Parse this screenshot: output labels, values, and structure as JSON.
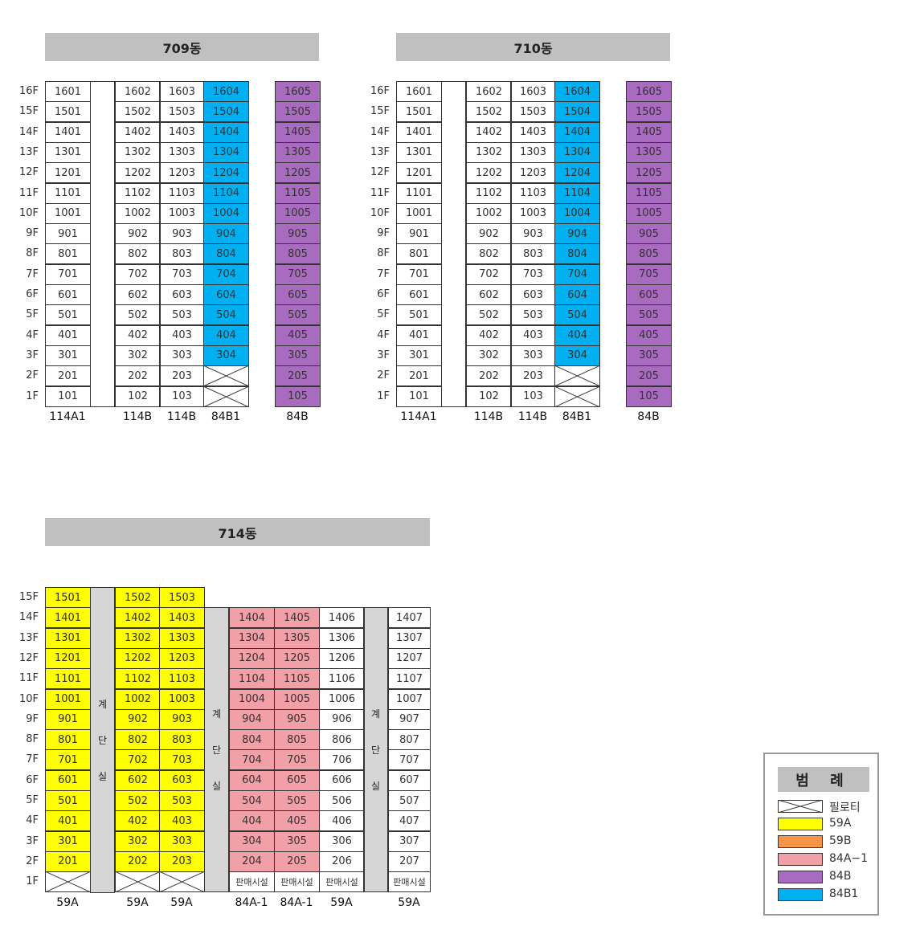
{
  "colors": {
    "59A": "#ffff00",
    "59B": "#f79646",
    "84A-1": "#f2a0a8",
    "84B": "#a86bc0",
    "84B1": "#00b0f0",
    "header": "#c0c0c0",
    "stair": "#d6d6d6"
  },
  "buildings": [
    {
      "title": "709동",
      "floors": [
        "16F",
        "15F",
        "14F",
        "13F",
        "12F",
        "11F",
        "10F",
        "9F",
        "8F",
        "7F",
        "6F",
        "5F",
        "4F",
        "3F",
        "2F",
        "1F"
      ],
      "types": [
        "114A1",
        "114B",
        "114B",
        "84B1",
        "84B"
      ],
      "type_keys": [
        "none",
        "none",
        "none",
        "84B1",
        "84B"
      ],
      "lines": [
        "01",
        "02",
        "03",
        "04",
        "05"
      ],
      "pilotis": [
        "104",
        "204"
      ]
    },
    {
      "title": "710동",
      "floors": [
        "16F",
        "15F",
        "14F",
        "13F",
        "12F",
        "11F",
        "10F",
        "9F",
        "8F",
        "7F",
        "6F",
        "5F",
        "4F",
        "3F",
        "2F",
        "1F"
      ],
      "types": [
        "114A1",
        "114B",
        "114B",
        "84B1",
        "84B"
      ],
      "type_keys": [
        "none",
        "none",
        "none",
        "84B1",
        "84B"
      ],
      "lines": [
        "01",
        "02",
        "03",
        "04",
        "05"
      ],
      "pilotis": [
        "104",
        "204"
      ]
    },
    {
      "title": "714동",
      "floors": [
        "15F",
        "14F",
        "13F",
        "12F",
        "11F",
        "10F",
        "9F",
        "8F",
        "7F",
        "6F",
        "5F",
        "4F",
        "3F",
        "2F",
        "1F"
      ],
      "types": [
        "59A",
        "59A",
        "59A",
        "84A-1",
        "84A-1",
        "59A",
        "59A"
      ],
      "type_keys": [
        "59A",
        "59A",
        "59A",
        "84A-1",
        "84A-1",
        "none",
        "none"
      ],
      "lines": [
        "01",
        "02",
        "03",
        "04",
        "05",
        "06",
        "07"
      ],
      "top_floor": [
        15,
        15,
        15,
        14,
        14,
        14,
        14
      ],
      "pilotis": [
        "101",
        "102",
        "103"
      ],
      "shop_label": "판매시설",
      "stair_chars": [
        "계",
        "단",
        "실"
      ]
    }
  ],
  "legend": {
    "title": "범 례",
    "items": [
      {
        "label": "필로티",
        "key": "pilotis"
      },
      {
        "label": "59A",
        "key": "59A"
      },
      {
        "label": "59B",
        "key": "59B"
      },
      {
        "label": "84A−1",
        "key": "84A-1"
      },
      {
        "label": "84B",
        "key": "84B"
      },
      {
        "label": "84B1",
        "key": "84B1"
      }
    ]
  }
}
